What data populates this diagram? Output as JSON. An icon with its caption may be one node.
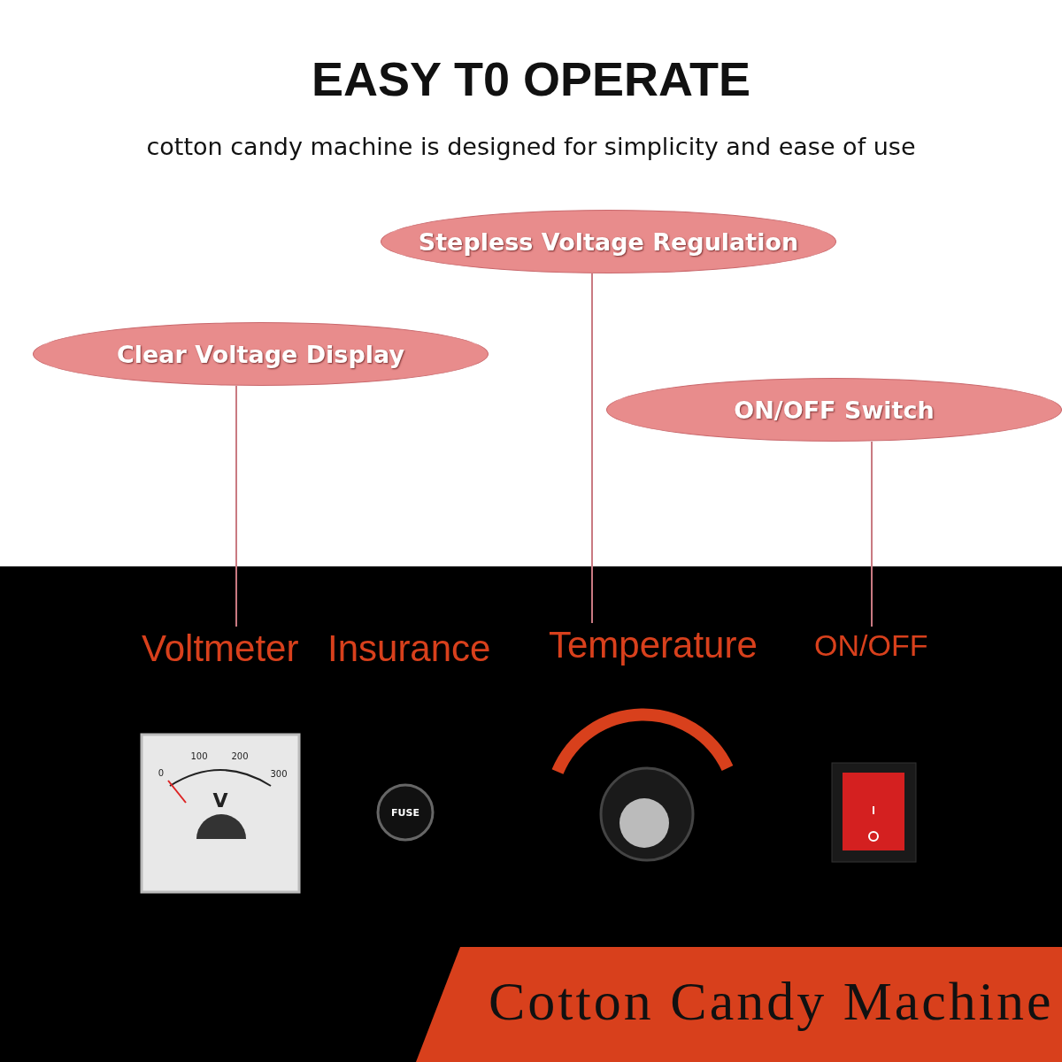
{
  "diagram": {
    "title": "EASY T0 OPERATE",
    "caption": "cotton candy machine is designed for simplicity and ease of use",
    "nodes": [
      {
        "text": [
          "Clear Voltage Display"
        ]
      },
      {
        "text": [
          "Stepless Voltage Regulation"
        ]
      },
      {
        "text": [
          "ON/OFF Switch"
        ]
      },
      {
        "text": [
          "Voltmeter"
        ]
      },
      {
        "text": [
          "Temperature"
        ]
      },
      {
        "text": [
          "ON/OFF"
        ]
      }
    ],
    "edges": [
      {
        "from": 0,
        "to": 3,
        "arrow": "none"
      },
      {
        "from": 1,
        "to": 4,
        "arrow": "none"
      },
      {
        "from": 2,
        "to": 5,
        "arrow": "none"
      }
    ],
    "labels": [
      "Insurance",
      "0",
      "100",
      "200",
      "300",
      "V",
      "FUSE",
      "Cotton Candy Machine"
    ]
  }
}
